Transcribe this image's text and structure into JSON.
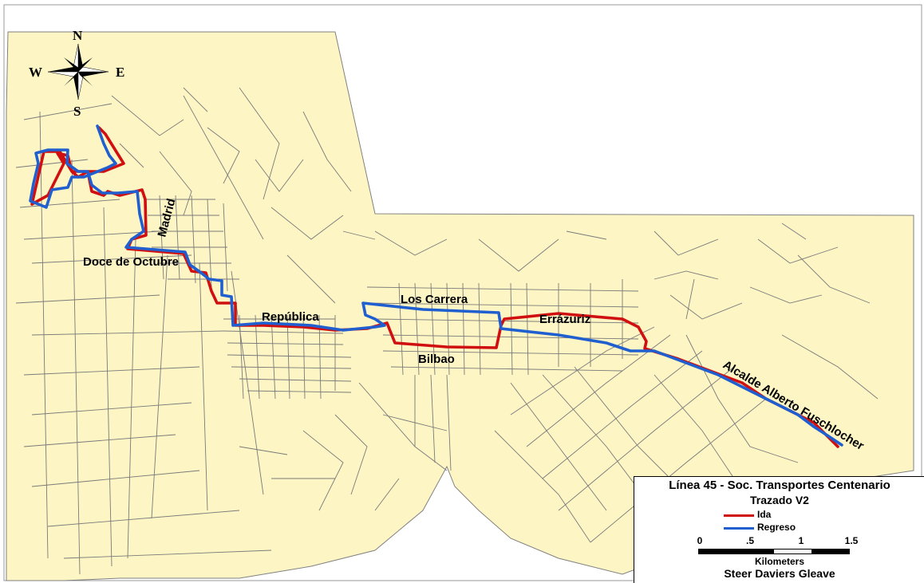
{
  "map": {
    "colors": {
      "area_fill": "#fdf5c4",
      "area_outline": "#808080",
      "streets": "#7a7a7a",
      "ida": "#d01010",
      "regreso": "#1f5fd0"
    },
    "compass": {
      "n": "N",
      "s": "S",
      "e": "E",
      "w": "W"
    },
    "street_labels": {
      "madrid": "Madrid",
      "doce_de_octubre": "Doce de Octubre",
      "republica": "República",
      "los_carrera": "Los Carrera",
      "errazuriz": "Errázuriz",
      "bilbao": "Bilbao",
      "alcalde": "Alcalde Alberto Fuschlocher"
    }
  },
  "legend": {
    "title": "Línea 45 - Soc. Transportes Centenario",
    "subtitle": "Trazado V2",
    "items": [
      {
        "label": "Ida",
        "color": "#d01010"
      },
      {
        "label": "Regreso",
        "color": "#1f5fd0"
      }
    ],
    "scale_ticks": [
      "0",
      ".5",
      "1",
      "1.5"
    ],
    "scale_units": "Kilometers",
    "credit": "Steer Daviers Gleave"
  }
}
